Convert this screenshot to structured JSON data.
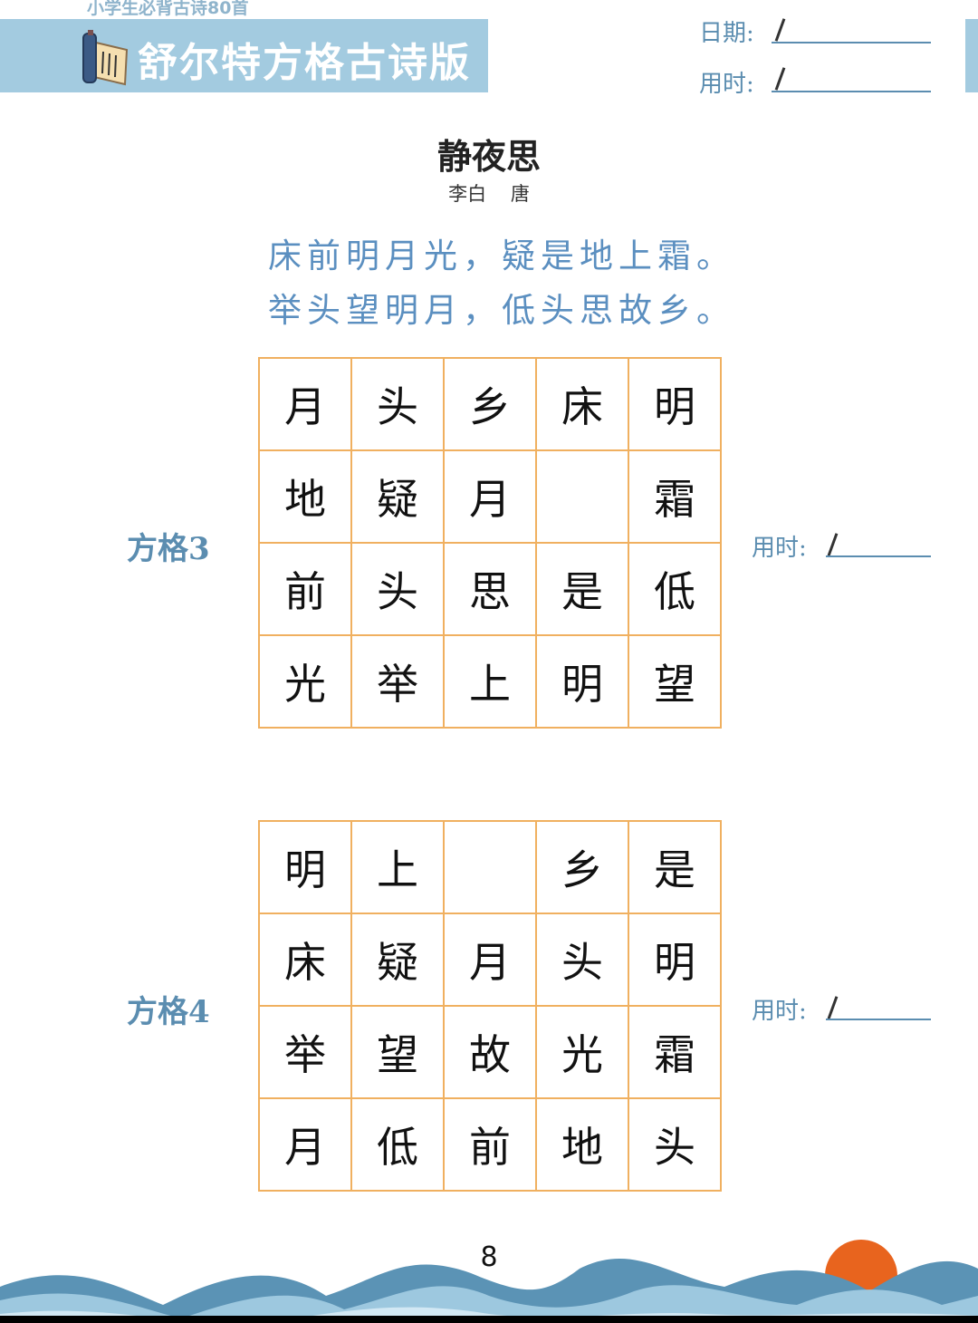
{
  "header": {
    "series": "小学生必背古诗80首",
    "title": "舒尔特方格古诗版",
    "date_label": "日期:",
    "time_label": "用时:"
  },
  "poem": {
    "title": "静夜思",
    "author": "李白 唐",
    "lines": [
      "床前明月光，疑是地上霜。",
      "举头望明月，低头思故乡。"
    ]
  },
  "grids": [
    {
      "label": "方格3",
      "time_label": "用时:",
      "cells": [
        "月",
        "头",
        "乡",
        "床",
        "明",
        "地",
        "疑",
        "月",
        "",
        "霜",
        "前",
        "头",
        "思",
        "是",
        "低",
        "光",
        "举",
        "上",
        "明",
        "望"
      ]
    },
    {
      "label": "方格4",
      "time_label": "用时:",
      "cells": [
        "明",
        "上",
        "",
        "乡",
        "是",
        "床",
        "疑",
        "月",
        "头",
        "明",
        "举",
        "望",
        "故",
        "光",
        "霜",
        "月",
        "低",
        "前",
        "地",
        "头"
      ]
    }
  ],
  "footer": {
    "page_number": "8"
  },
  "colors": {
    "accent": "#a3cbe0",
    "label": "#5b8db0",
    "grid_border": "#f0b060",
    "sun": "#e8641e"
  }
}
